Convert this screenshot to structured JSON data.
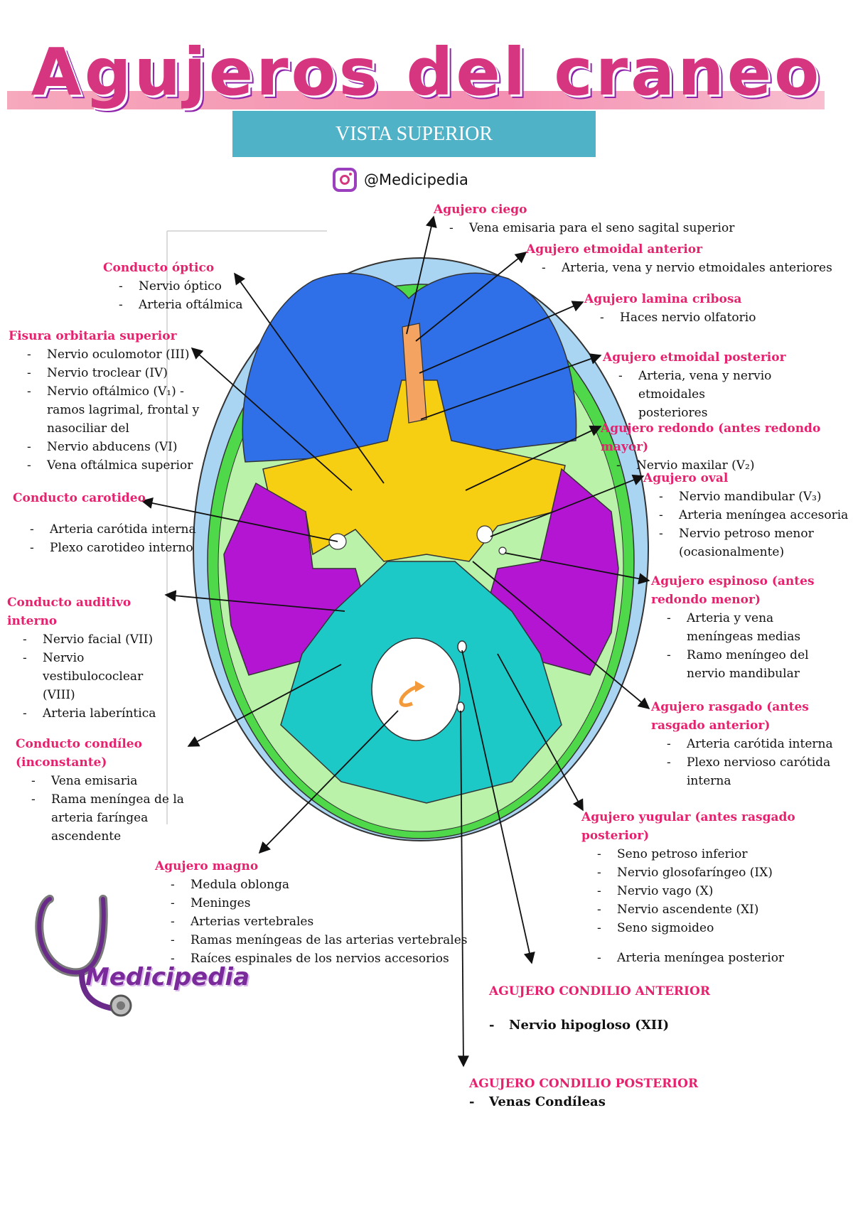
{
  "header": {
    "title": "Agujeros del craneo",
    "subtitle": "VISTA SUPERIOR",
    "handle": "@Medicipedia",
    "handle_icon": "instagram-icon"
  },
  "colors": {
    "title": "#d6357f",
    "subtitle_bg": "#4fb2c7",
    "label": "#e6216e",
    "anterior_fossa": "#2f6fe8",
    "sphenoid": "#f7cf12",
    "middle_fossa": "#b315d3",
    "posterior_fossa": "#1cc9c7",
    "outer_bone": "#4fd94a",
    "skull_rim": "#a9d4f2"
  },
  "labels": {
    "agujero_ciego": {
      "title": "Agujero ciego",
      "items": [
        "Vena emisaria para el seno sagital superior"
      ]
    },
    "etmoidal_anterior": {
      "title": "Agujero etmoidal anterior",
      "items": [
        "Arteria, vena y nervio etmoidales anteriores"
      ]
    },
    "lamina_cribosa": {
      "title": "Agujero lamina cribosa",
      "items": [
        "Haces nervio olfatorio"
      ]
    },
    "etmoidal_posterior": {
      "title": "Agujero etmoidal posterior",
      "items": [
        "Arteria, vena y nervio etmoidales posteriores"
      ]
    },
    "redondo": {
      "title": "Agujero redondo (antes redondo mayor)",
      "items": [
        "Nervio maxilar (V₂)"
      ]
    },
    "oval": {
      "title": "Agujero oval",
      "items": [
        "Nervio mandibular (V₃)",
        "Arteria meníngea accesoria",
        "Nervio petroso menor (ocasionalmente)"
      ]
    },
    "espinoso": {
      "title": "Agujero espinoso (antes redondo menor)",
      "items": [
        "Arteria y vena meníngeas medias",
        "Ramo meníngeo del nervio mandibular"
      ]
    },
    "rasgado": {
      "title": "Agujero rasgado (antes rasgado anterior)",
      "items": [
        "Arteria carótida interna",
        "Plexo nervioso carótida interna"
      ]
    },
    "yugular": {
      "title": "Agujero yugular (antes rasgado posterior)",
      "items": [
        "Seno petroso inferior",
        "Nervio glosofaríngeo (IX)",
        "Nervio vago (X)",
        "Nervio ascendente (XI)",
        "Seno sigmoideo",
        "Arteria meníngea posterior"
      ]
    },
    "condilio_anterior": {
      "title": "AGUJERO CONDILIO ANTERIOR",
      "items": [
        "Nervio hipogloso (XII)"
      ]
    },
    "condilio_posterior": {
      "title": "AGUJERO CONDILIO POSTERIOR",
      "items": [
        "Venas Condíleas"
      ]
    },
    "optico": {
      "title": "Conducto óptico",
      "items": [
        "Nervio óptico",
        "Arteria oftálmica"
      ]
    },
    "fisura_orbitaria": {
      "title": "Fisura orbitaria superior",
      "items": [
        "Nervio oculomotor (III)",
        "Nervio troclear (IV)",
        "Nervio oftálmico (V₁) - ramos lagrimal, frontal y nasociliar del",
        "Nervio abducens (VI)",
        "Vena oftálmica superior"
      ]
    },
    "carotideo": {
      "title": "Conducto carotideo",
      "items": [
        "Arteria carótida interna",
        "Plexo carotideo interno"
      ]
    },
    "auditivo": {
      "title": "Conducto auditivo interno",
      "items": [
        "Nervio facial (VII)",
        "Nervio vestibulococlear (VIII)",
        "Arteria laberíntica"
      ]
    },
    "condileo": {
      "title": "Conducto condíleo (inconstante)",
      "items": [
        "Vena emisaria",
        "Rama meníngea de la arteria faríngea ascendente"
      ]
    },
    "magno": {
      "title": "Agujero magno",
      "items": [
        "Medula oblonga",
        "Meninges",
        "Arterias vertebrales",
        "Ramas meníngeas de las arterias vertebrales",
        "Raíces espinales de los nervios accesorios"
      ]
    }
  },
  "logo": {
    "text": "Medicipedia",
    "icon": "stethoscope-icon"
  }
}
